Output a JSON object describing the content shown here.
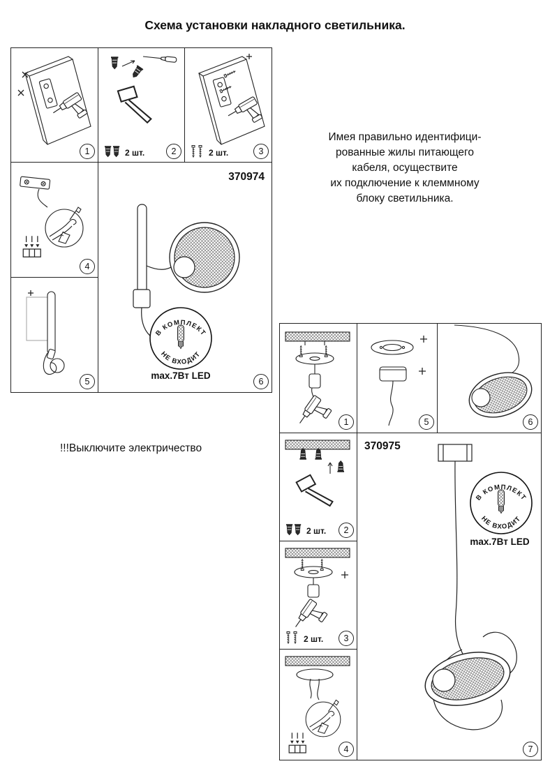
{
  "title": "Схема установки накладного светильника.",
  "instruction": "Имея правильно идентифици-\nрованные жилы питающего\nкабеля, осуществите\nих подключение к клеммному\nблоку светильника.",
  "warning": "!!!Выключите электричество",
  "stamp": {
    "label": "НЕ ВХОДИТ В КОМПЛЕКТ",
    "arc_top": "В КОМПЛЕКТ",
    "arc_bottom": "НЕ ВХОДИТ"
  },
  "wall_lamp": {
    "code": "370974",
    "max_power": "max.7Вт LED",
    "dowels_qty": "2 шт.",
    "screws_qty": "2 шт.",
    "steps": [
      "1",
      "2",
      "3",
      "4",
      "5",
      "6"
    ]
  },
  "pendant_lamp": {
    "code": "370975",
    "max_power": "max.7Вт LED",
    "dowels_qty": "2 шт.",
    "screws_qty": "2 шт.",
    "steps": [
      "1",
      "2",
      "3",
      "4",
      "5",
      "6",
      "7"
    ]
  }
}
